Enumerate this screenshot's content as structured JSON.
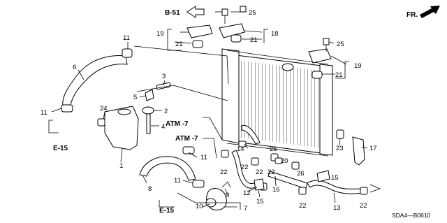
{
  "refs": {
    "b51": "B-51",
    "atm7_a": "ATM -7",
    "atm7_b": "ATM -7",
    "e15_a": "E-15",
    "e15_b": "E-15",
    "fr": "FR."
  },
  "callouts": {
    "n1": "1",
    "n2": "2",
    "n3": "3",
    "n4": "4",
    "n5": "5",
    "n6": "6",
    "n7": "7",
    "n8": "8",
    "n9": "9",
    "n10": "10",
    "n11a": "11",
    "n11b": "11",
    "n11c": "11",
    "n11d": "11",
    "n12": "12",
    "n13": "13",
    "n14": "14",
    "n15a": "15",
    "n15b": "15",
    "n16": "16",
    "n17": "17",
    "n18": "18",
    "n19a": "19",
    "n19b": "19",
    "n20": "20",
    "n21a": "21",
    "n21b": "21",
    "n21c": "21",
    "n22a": "22",
    "n22b": "22",
    "n22c": "22",
    "n22d": "22",
    "n22e": "22",
    "n22f": "22",
    "n23": "23",
    "n24": "24",
    "n25a": "25",
    "n25b": "25",
    "n26a": "26",
    "n26b": "26"
  },
  "diagram_code": "SDA4—B0610"
}
